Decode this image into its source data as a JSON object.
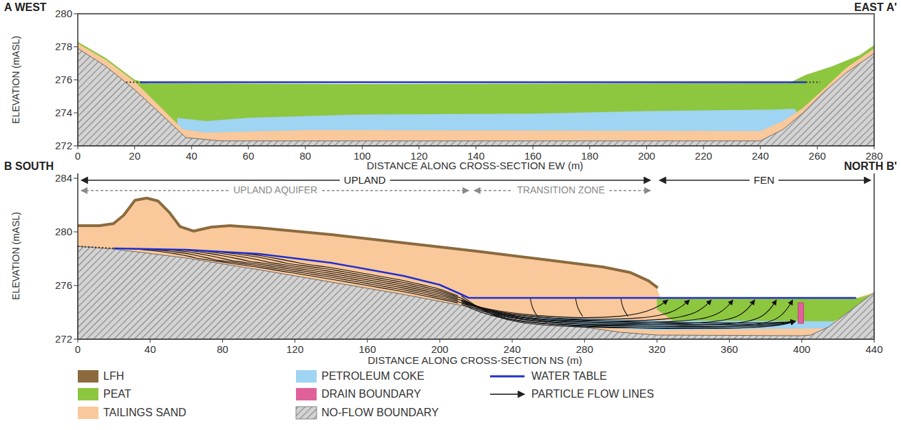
{
  "diagram": {
    "labels": [
      "A WEST",
      "EAST A'",
      "ELEVATION (mASL)",
      "280",
      "278",
      "276",
      "274",
      "272",
      "0",
      "20",
      "40",
      "60",
      "80",
      "100",
      "120",
      "140",
      "160",
      "180",
      "200",
      "220",
      "240",
      "260",
      "280",
      "DISTANCE ALONG CROSS-SECTION EW (m)",
      "B SOUTH",
      "NORTH B'",
      "UPLAND",
      "FEN",
      "UPLAND AQUIFER",
      "TRANSITION ZONE",
      "ELEVATION (mASL)",
      "284",
      "280",
      "276",
      "272",
      "0",
      "40",
      "80",
      "120",
      "160",
      "200",
      "240",
      "280",
      "320",
      "360",
      "400",
      "440",
      "DISTANCE ALONG CROSS-SECTION NS (m)"
    ],
    "legend": [
      {
        "text": "LFH",
        "color": "#8b6a3e"
      },
      {
        "text": "PETROLEUM COKE",
        "color": "#9fd4f2"
      },
      {
        "text": "WATER TABLE"
      },
      {
        "text": "PEAT",
        "color": "#8dc63f"
      },
      {
        "text": "DRAIN BOUNDARY",
        "color": "#e0609a"
      },
      {
        "text": "PARTICLE FLOW LINES"
      },
      {
        "text": "TAILINGS SAND",
        "color": "#f9c89b"
      },
      {
        "text": "NO-FLOW BOUNDARY"
      }
    ]
  }
}
